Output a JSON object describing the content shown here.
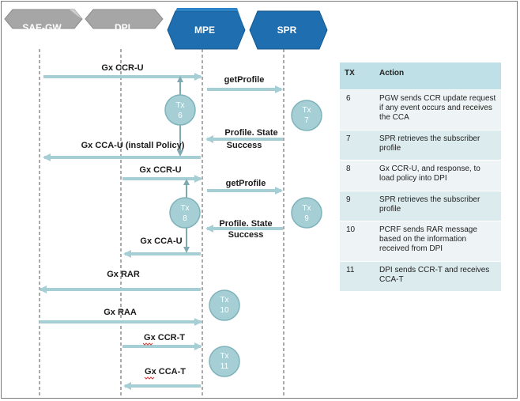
{
  "entities": [
    {
      "label": "SAE-GW",
      "color": "#a6a6a6"
    },
    {
      "label": "DPI",
      "color": "#a6a6a6"
    },
    {
      "label": "MPE",
      "color": "#1f6fb0"
    },
    {
      "label": "SPR",
      "color": "#1f6fb0"
    }
  ],
  "messages": [
    {
      "label": "Gx CCR-U"
    },
    {
      "label": "getProfile"
    },
    {
      "label": "Profile. State"
    },
    {
      "label": "Success"
    },
    {
      "label": "Gx CCA-U  (install Policy)"
    },
    {
      "label": "Gx CCR-U"
    },
    {
      "label": "getProfile"
    },
    {
      "label": "Profile. State"
    },
    {
      "label": "Success"
    },
    {
      "label": "Gx CCA-U"
    },
    {
      "label": "Gx RAR"
    },
    {
      "label": "Gx RAA"
    },
    {
      "label": "Gx CCR-T"
    },
    {
      "label": "Gx CCA-T"
    }
  ],
  "transactions": [
    {
      "line1": "Tx",
      "line2": "6"
    },
    {
      "line1": "Tx",
      "line2": "7"
    },
    {
      "line1": "Tx",
      "line2": "8"
    },
    {
      "line1": "Tx",
      "line2": "9"
    },
    {
      "line1": "Tx",
      "line2": "10"
    },
    {
      "line1": "Tx",
      "line2": "11"
    }
  ],
  "table": {
    "headers": [
      "TX",
      "Action"
    ],
    "rows": [
      {
        "tx": "6",
        "action": "PGW sends CCR update request if any event occurs and receives the CCA"
      },
      {
        "tx": "7",
        "action": "SPR retrieves the subscriber profile"
      },
      {
        "tx": "8",
        "action": "Gx CCR-U,  and response, to load policy into DPI"
      },
      {
        "tx": "9",
        "action": "SPR retrieves the subscriber profile"
      },
      {
        "tx": "10",
        "action": "PCRF sends RAR message based on the information received from DPI"
      },
      {
        "tx": "11",
        "action": "DPI sends CCR-T  and receives CCA-T"
      }
    ]
  },
  "colors": {
    "arrow": "#a6cfd5",
    "circle_fill": "#a6cfd5",
    "circle_stroke": "#7fb3bb",
    "lifeline": "#555555"
  }
}
